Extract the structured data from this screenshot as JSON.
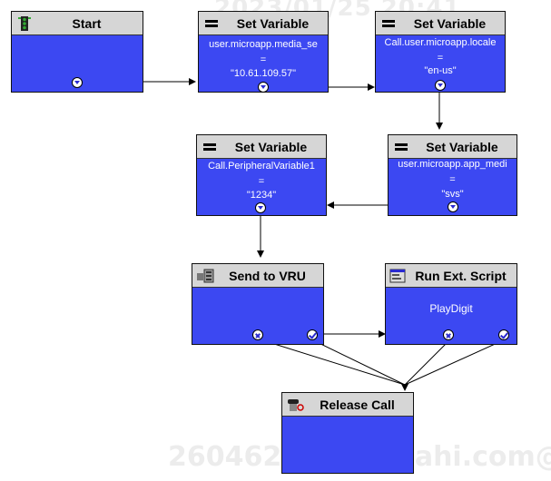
{
  "watermark": {
    "top": "2023/01/25 20:41",
    "bottom": "260462@corp.alahi.com@"
  },
  "nodes": {
    "start": {
      "title": "Start",
      "icon": "traffic-light-icon"
    },
    "set1": {
      "title": "Set Variable",
      "icon": "equals-icon",
      "var": "user.microapp.media_se",
      "eq": "=",
      "val": "\"10.61.109.57\""
    },
    "set2": {
      "title": "Set Variable",
      "icon": "equals-icon",
      "var": "Call.user.microapp.locale",
      "eq": "=",
      "val": "\"en-us\""
    },
    "set3": {
      "title": "Set Variable",
      "icon": "equals-icon",
      "var": "user.microapp.app_medi",
      "eq": "=",
      "val": "\"svs\""
    },
    "set4": {
      "title": "Set Variable",
      "icon": "equals-icon",
      "var": "Call.PeripheralVariable1",
      "eq": "=",
      "val": "\"1234\""
    },
    "vru": {
      "title": "Send to VRU",
      "icon": "vru-icon"
    },
    "script": {
      "title": "Run Ext. Script",
      "icon": "script-icon",
      "val": "PlayDigit"
    },
    "release": {
      "title": "Release Call",
      "icon": "phone-icon"
    }
  },
  "colors": {
    "node_body": "#3c48f2",
    "node_header": "#d6d6d6",
    "connector": "#000000"
  }
}
